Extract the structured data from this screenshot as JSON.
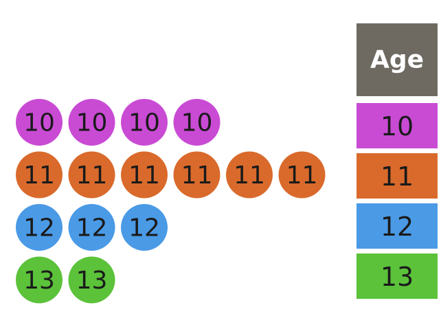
{
  "chart_data": {
    "type": "dot",
    "legend": {
      "title": "Age",
      "header_color": "#6e6a62"
    },
    "categories": [
      "10",
      "11",
      "12",
      "13"
    ],
    "counts": [
      4,
      6,
      3,
      2
    ],
    "colors": [
      "#c94bd4",
      "#d96a2c",
      "#4a9ae6",
      "#5bc23a"
    ]
  }
}
